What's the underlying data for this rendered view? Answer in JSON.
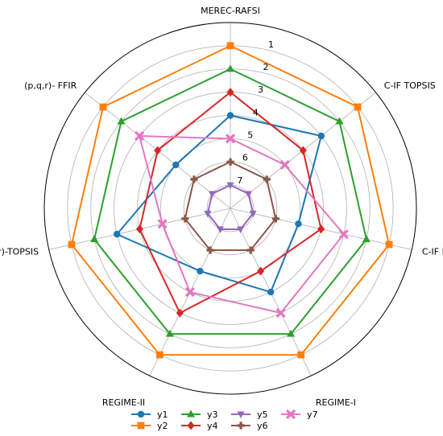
{
  "chart_data": {
    "type": "radar",
    "categories": [
      "MEREC-RAFSI",
      "C-IF TOPSIS",
      "C-IF IR",
      "REGIME-I",
      "REGIME-II",
      "(p,q,r)-TOPSIS",
      "(p,q,r)- FFIR"
    ],
    "radial_ticks": [
      "1",
      "2",
      "3",
      "4",
      "5",
      "6",
      "7"
    ],
    "radial_range": [
      0,
      8
    ],
    "radial_reversed": true,
    "grid": true,
    "legend_position": "bottom",
    "series": [
      {
        "name": "y1",
        "color": "#1f77b4",
        "marker": "circle",
        "values": [
          4,
          3,
          5,
          4,
          5,
          3,
          5
        ]
      },
      {
        "name": "y2",
        "color": "#ff7f0e",
        "marker": "square",
        "values": [
          1,
          1,
          1,
          1,
          1,
          1,
          1
        ]
      },
      {
        "name": "y3",
        "color": "#2ca02c",
        "marker": "triangle-up",
        "values": [
          2,
          2,
          2,
          2,
          2,
          2,
          2
        ]
      },
      {
        "name": "y4",
        "color": "#d62728",
        "marker": "diamond",
        "values": [
          3,
          4,
          4,
          5,
          3,
          4,
          4
        ]
      },
      {
        "name": "y5",
        "color": "#9467bd",
        "marker": "triangle-down",
        "values": [
          7,
          7,
          7,
          7,
          7,
          7,
          7
        ]
      },
      {
        "name": "y6",
        "color": "#8c564b",
        "marker": "plus",
        "values": [
          6,
          6,
          6,
          6,
          6,
          6,
          6
        ]
      },
      {
        "name": "y7",
        "color": "#e377c2",
        "marker": "x",
        "values": [
          5,
          5,
          3,
          3,
          4,
          5,
          3
        ]
      }
    ]
  }
}
